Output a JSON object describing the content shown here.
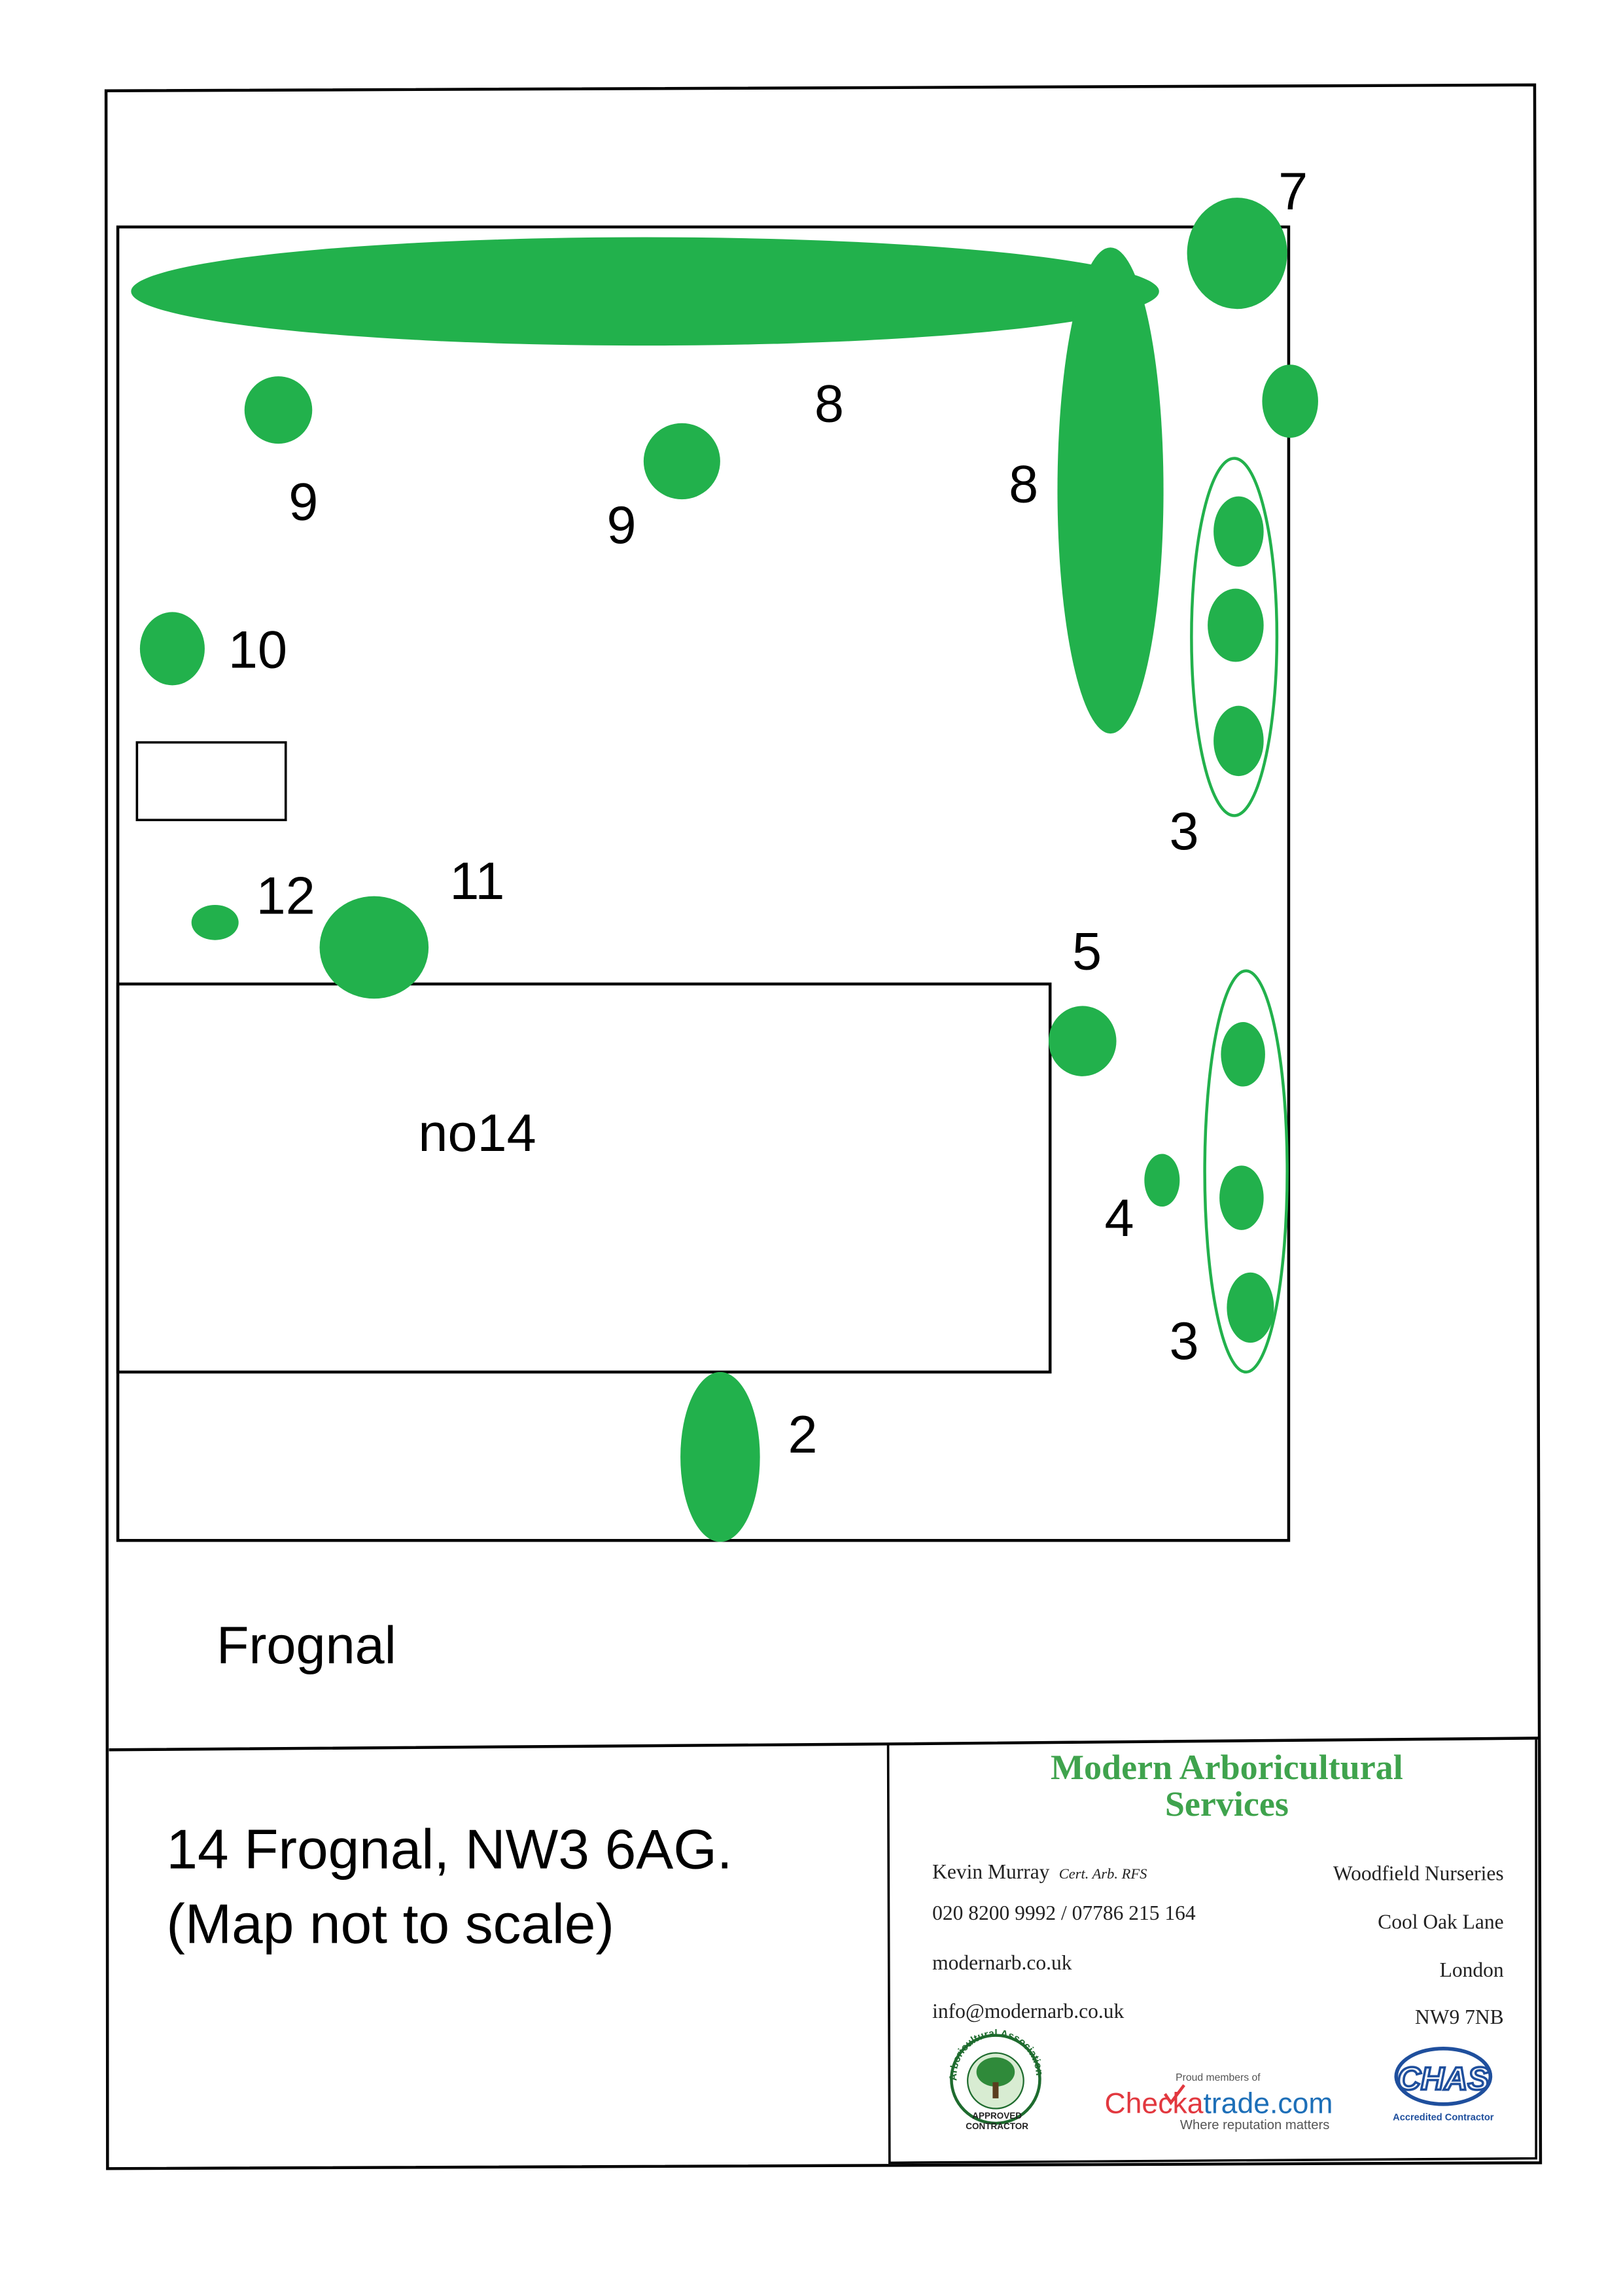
{
  "colors": {
    "tree_green": "#22b14c",
    "ink": "#000000",
    "card_green": "#3fa34d",
    "checkatrade_red": "#e2383f",
    "checkatrade_blue": "#1d6fb8",
    "chas_blue": "#1f4f9d",
    "aa_green": "#1e6b2e"
  },
  "plan": {
    "tree_labels": [
      "7",
      "8",
      "8",
      "9",
      "9",
      "10",
      "12",
      "11",
      "5",
      "3",
      "4",
      "3",
      "2"
    ],
    "house_label": "no14",
    "street_label": "Frognal"
  },
  "caption": {
    "address": "14 Frognal, NW3 6AG.",
    "note": "(Map not to scale)"
  },
  "card": {
    "company_line1": "Modern Arboricultural",
    "company_line2": "Services",
    "contact_name": "Kevin Murray",
    "qualifications": "Cert. Arb. RFS",
    "phones": "020 8200 9992 / 07786 215 164",
    "website": "modernarb.co.uk",
    "email": "info@modernarb.co.uk",
    "address_lines": [
      "Woodfield Nurseries",
      "Cool Oak Lane",
      "London",
      "NW9 7NB"
    ],
    "logos": {
      "aa_ring_text": "Arboricultural Association",
      "aa_badge_line1": "APPROVED",
      "aa_badge_line2": "CONTRACTOR",
      "checkatrade_tagline_top": "Proud members of",
      "checkatrade_name_part1": "Checka",
      "checkatrade_name_part2": "trade.com",
      "checkatrade_tagline_bottom": "Where reputation matters",
      "chas_name": "CHAS",
      "chas_caption": "Accredited Contractor"
    }
  }
}
